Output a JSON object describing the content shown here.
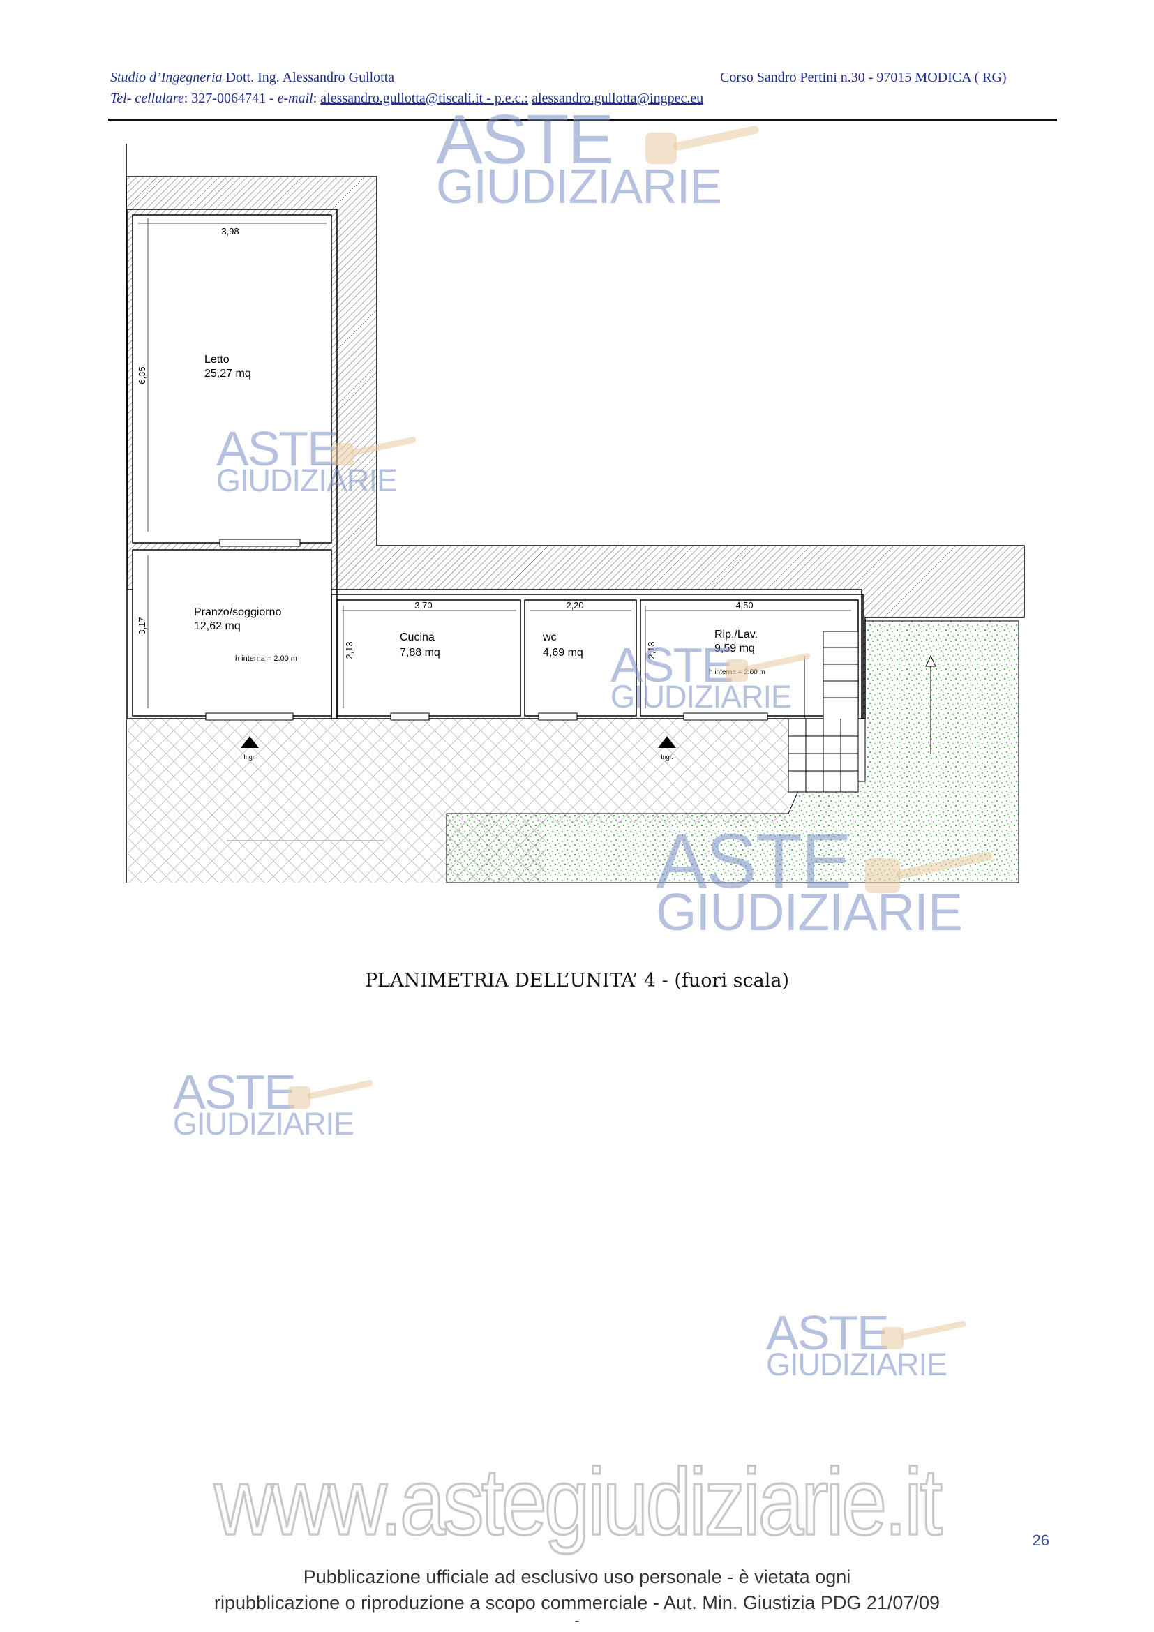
{
  "header": {
    "studio_label": "Studio d’Ingegneria",
    "engineer": "Dott. Ing. Alessandro Gullotta",
    "address": "Corso Sandro Pertini  n.30  -  97015 MODICA ( RG)",
    "phone_label": "Tel- cellulare",
    "phone": ": 327-0064741 -",
    "email_label": "e-mail",
    "email_sep": ":",
    "email": "alessandro.gullotta@tiscali.it",
    "pec_sep": " - p.e.c.:",
    "pec": "alessandro.gullotta@ingpec.eu"
  },
  "plan": {
    "rooms": [
      {
        "name": "Letto",
        "area": "25,27 mq"
      },
      {
        "name": "Pranzo/soggiorno",
        "area": "12,62 mq",
        "height_label": "h interna = 2.00 m"
      },
      {
        "name": "Cucina",
        "area": "7,88 mq"
      },
      {
        "name": "wc",
        "area": "4,69 mq"
      },
      {
        "name": "Rip./Lav.",
        "area": "9,59 mq",
        "height_label": "h interna = 2.00 m"
      }
    ],
    "dimensions": {
      "letto_width": "3,98",
      "letto_depth": "6,35",
      "pranzo_depth": "3,17",
      "cucina_width": "3,70",
      "wc_width": "2,20",
      "rip_width": "4,50",
      "cucina_depth": "2,13",
      "rip_depth": "2,13"
    },
    "entrance_label": "Ingr."
  },
  "caption": "PLANIMETRIA DELL’UNITA’  4 - (fuori scala)",
  "watermark": {
    "line1": "ASTE",
    "line2": "GIUDIZIARIE",
    "site": "www.astegiudiziarie.it"
  },
  "page_number": "26",
  "footer": {
    "line1": "Pubblicazione ufficiale ad esclusivo uso personale - è vietata ogni",
    "line2": "ripubblicazione o riproduzione a scopo commerciale - Aut. Min. Giustizia PDG 21/07/09",
    "line3": "-"
  },
  "colors": {
    "header_text": "#1f2d8a",
    "watermark": "#7a8fc4",
    "garden_dots": "#3aa83a"
  }
}
